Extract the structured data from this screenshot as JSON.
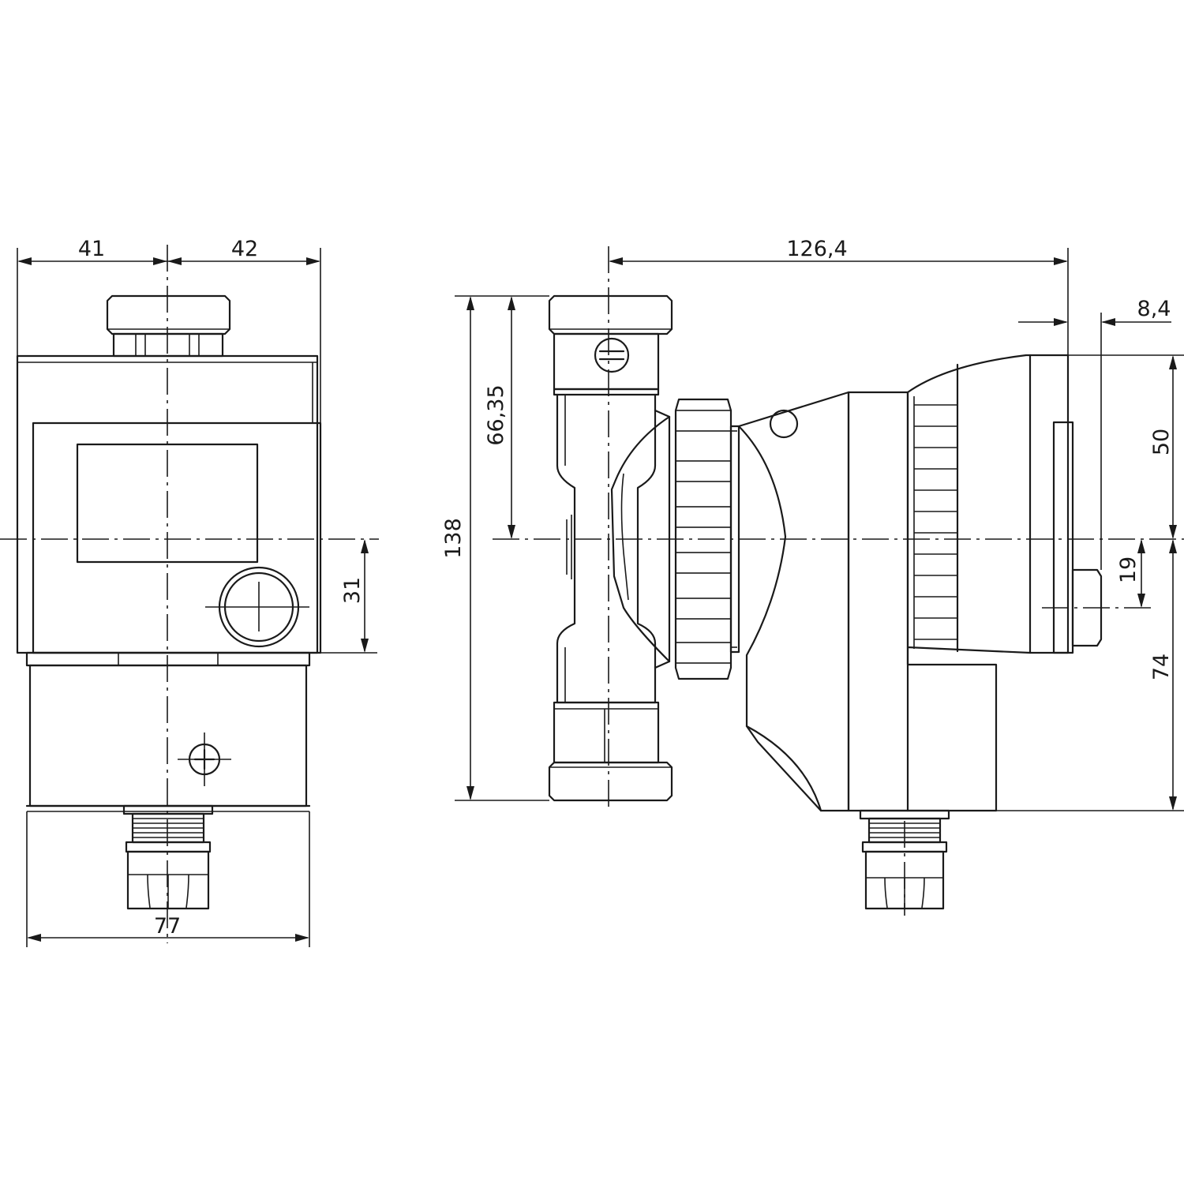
{
  "drawing": {
    "dimensions": {
      "front_left_half": "41",
      "front_right_half": "42",
      "front_width": "77",
      "front_offset": "31",
      "side_length": "126,4",
      "side_height": "138",
      "side_inlet_height": "66,35",
      "side_top": "50",
      "side_bottom": "74",
      "side_shaft_offset": "19",
      "side_cap": "8,4"
    },
    "colors": {
      "line": "#1a1a1a",
      "background": "#ffffff"
    }
  }
}
